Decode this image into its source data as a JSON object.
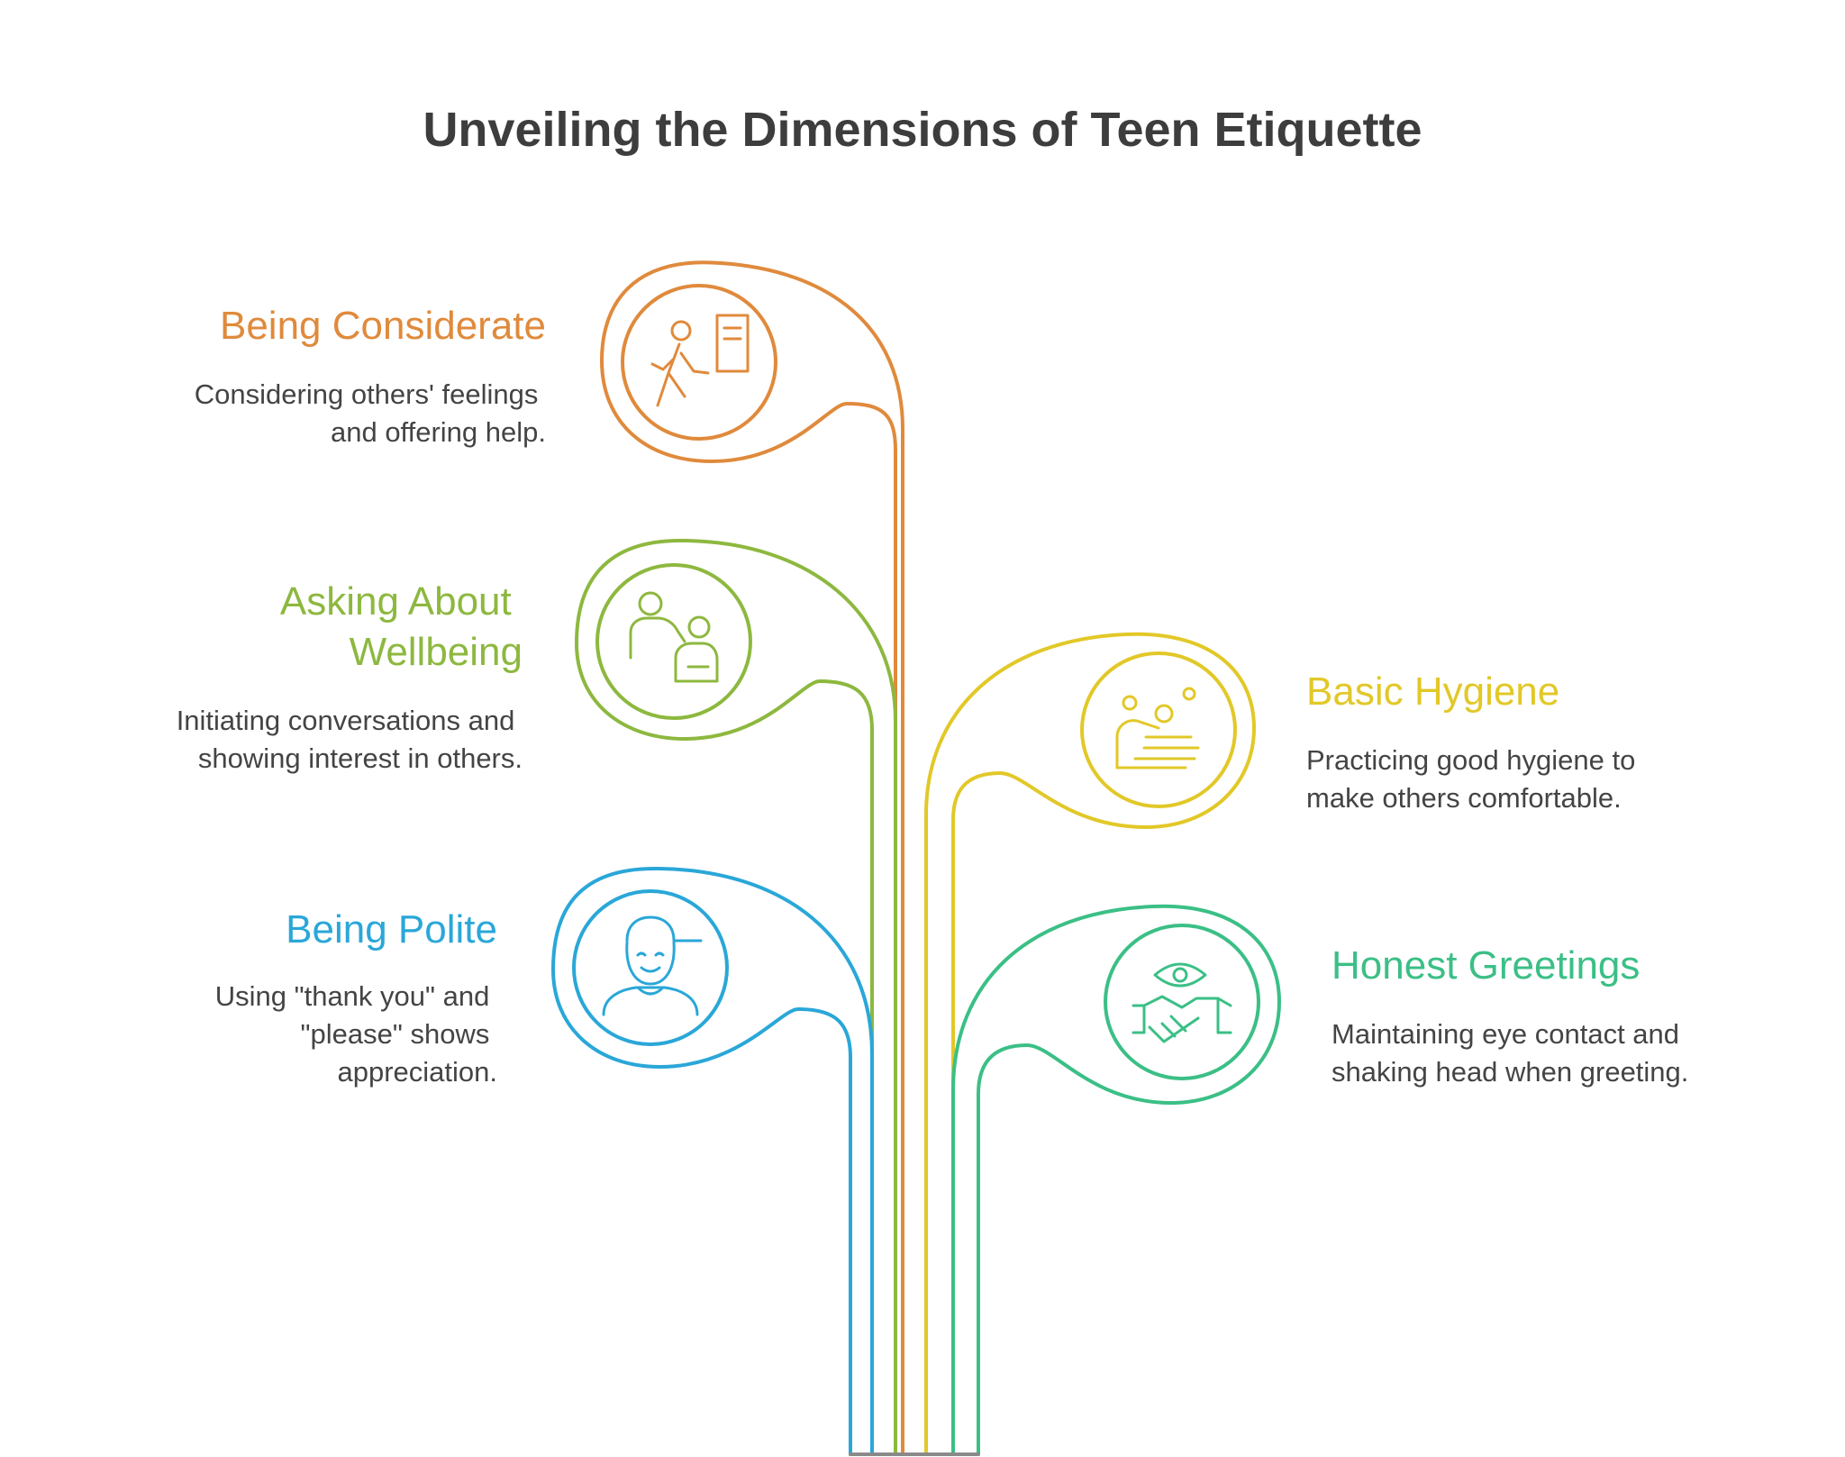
{
  "title": "Unveiling the Dimensions of Teen Etiquette",
  "items": [
    {
      "heading": "Being Considerate",
      "lines": [
        "Considering others' feelings",
        "and offering help."
      ],
      "color": "#E08A3C",
      "icon": "walking-person-door-icon"
    },
    {
      "heading_lines": [
        "Asking About",
        "Wellbeing"
      ],
      "lines": [
        "Initiating conversations and",
        "showing interest in others."
      ],
      "color": "#8DB83F",
      "icon": "person-caring-icon"
    },
    {
      "heading": "Basic Hygiene",
      "lines": [
        "Practicing good hygiene to",
        "make others comfortable."
      ],
      "color": "#E2C828",
      "icon": "hand-washing-icon"
    },
    {
      "heading": "Being Polite",
      "lines": [
        "Using \"thank you\" and",
        "\"please\" shows",
        "appreciation."
      ],
      "color": "#2AA7D8",
      "icon": "smiling-teen-icon"
    },
    {
      "heading": "Honest Greetings",
      "lines": [
        "Maintaining eye contact and",
        "shaking head when greeting."
      ],
      "color": "#3BBF86",
      "icon": "eye-handshake-icon"
    }
  ]
}
